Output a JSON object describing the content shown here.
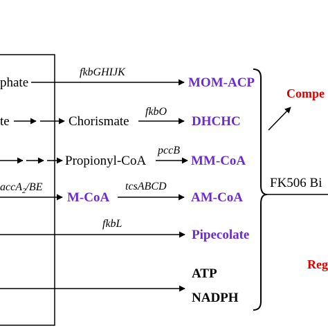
{
  "left_sources": {
    "row1": "phate",
    "row2": "te",
    "row4": "accA",
    "row4_sub": "2",
    "row4_suffix": "/BE"
  },
  "genes": {
    "fkbGHIJK": "fkbGHIJK",
    "fkbO": "fkbO",
    "pccB": "pccB",
    "tcsABCD": "tcsABCD",
    "fkbL": "fkbL"
  },
  "intermediates": {
    "chorismate": "Chorismate",
    "propionyl_coa": "Propionyl-CoA",
    "m_coa": "M-CoA"
  },
  "precursors": {
    "mom_acp": "MOM-ACP",
    "dhchc": "DHCHC",
    "mm_coa": "MM-CoA",
    "am_coa": "AM-CoA",
    "pipecolate": "Pipecolate",
    "atp": "ATP",
    "nadph": "NADPH"
  },
  "right": {
    "fk506": "FK506 Bi",
    "compe": "Compe",
    "reg": "Reg"
  },
  "colors": {
    "precursor": "#6a2bd0",
    "red_text": "#dd0000",
    "line": "#000000"
  }
}
